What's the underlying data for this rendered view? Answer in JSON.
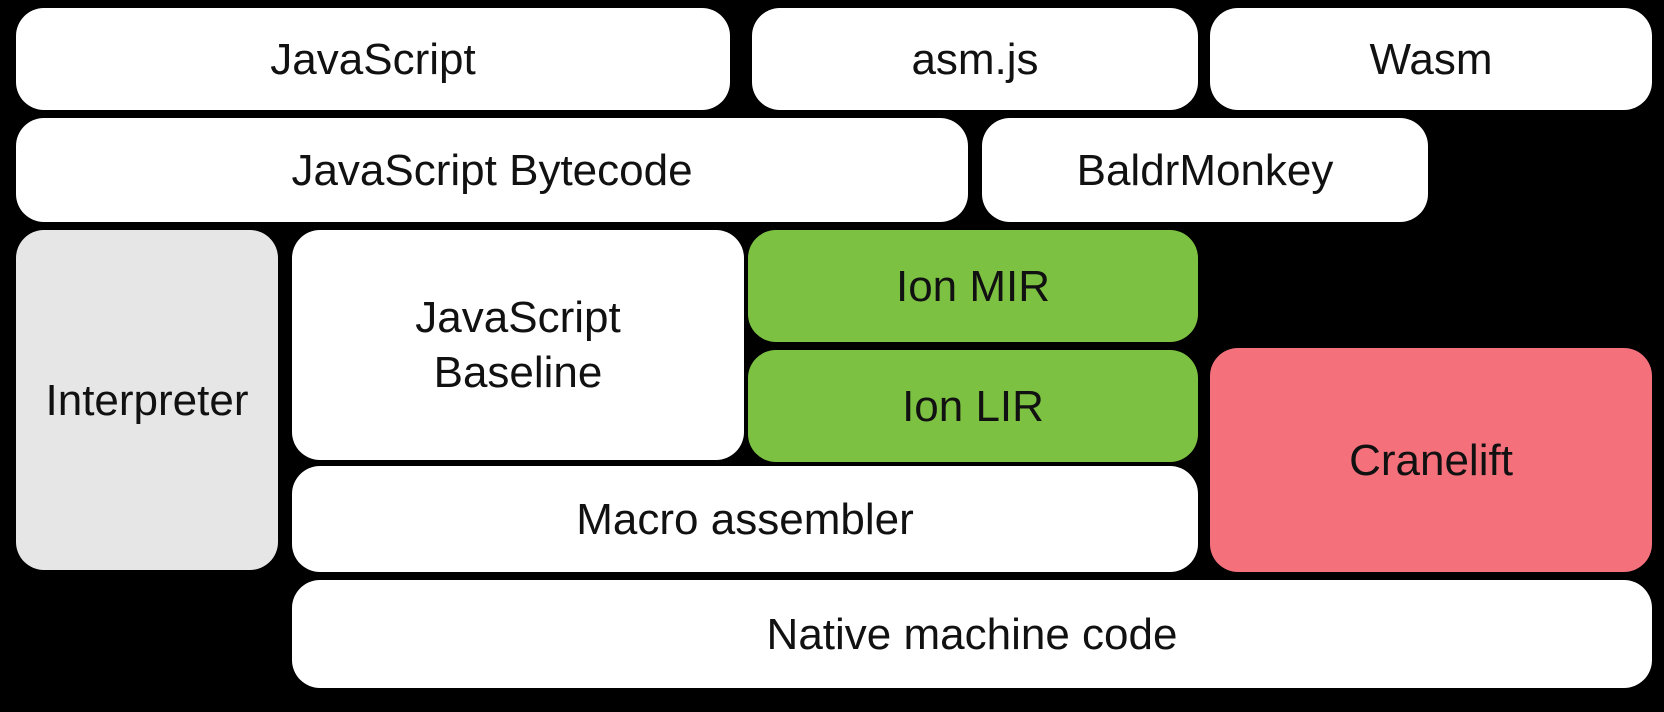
{
  "diagram": {
    "title": "JavaScript / Wasm compiler pipeline diagram",
    "background_color": "#000000",
    "text_color": "#111111",
    "colors": {
      "default_box": "#ffffff",
      "interpreter_box": "#e6e6e6",
      "ion_box": "#7dc142",
      "cranelift_box": "#f4717c"
    },
    "nodes": [
      {
        "id": "javascript",
        "label": "JavaScript",
        "color": "#ffffff"
      },
      {
        "id": "asmjs",
        "label": "asm.js",
        "color": "#ffffff"
      },
      {
        "id": "wasm",
        "label": "Wasm",
        "color": "#ffffff"
      },
      {
        "id": "js-bytecode",
        "label": "JavaScript Bytecode",
        "color": "#ffffff"
      },
      {
        "id": "baldrmonkey",
        "label": "BaldrMonkey",
        "color": "#ffffff"
      },
      {
        "id": "interpreter",
        "label": "Interpreter",
        "color": "#e6e6e6"
      },
      {
        "id": "js-baseline",
        "label": "JavaScript\nBaseline",
        "color": "#ffffff"
      },
      {
        "id": "ion-mir",
        "label": "Ion MIR",
        "color": "#7dc142"
      },
      {
        "id": "ion-lir",
        "label": "Ion LIR",
        "color": "#7dc142"
      },
      {
        "id": "cranelift",
        "label": "Cranelift",
        "color": "#f4717c"
      },
      {
        "id": "macro-assembler",
        "label": "Macro assembler",
        "color": "#ffffff"
      },
      {
        "id": "native-machine-code",
        "label": "Native machine code",
        "color": "#ffffff"
      }
    ]
  }
}
